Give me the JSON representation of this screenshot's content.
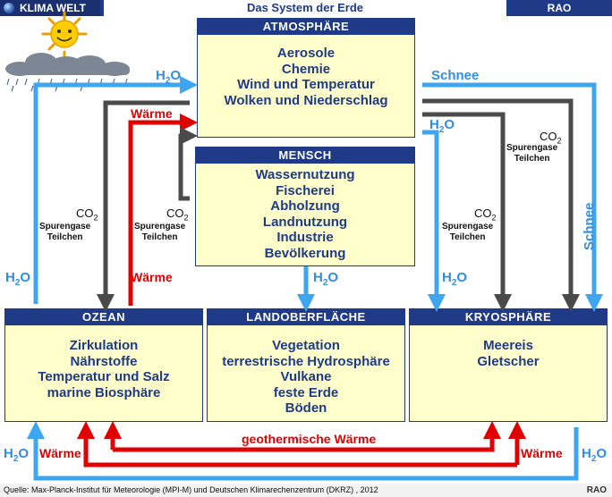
{
  "header": {
    "left_label": "KLIMA WELT",
    "title": "Das System der Erde",
    "right_label": "RAO"
  },
  "boxes": {
    "atmosphere": {
      "title": "ATMOSPHÄRE",
      "items": [
        "Aerosole",
        "Chemie",
        "Wind und Temperatur",
        "Wolken und Niederschlag"
      ]
    },
    "human": {
      "title": "MENSCH",
      "items": [
        "Wassernutzung",
        "Fischerei",
        "Abholzung",
        "Landnutzung",
        "Industrie",
        "Bevölkerung"
      ]
    },
    "ocean": {
      "title": "OZEAN",
      "items": [
        "Zirkulation",
        "Nährstoffe",
        "Temperatur und Salz",
        "marine Biosphäre"
      ]
    },
    "land": {
      "title": "LANDOBERFLÄCHE",
      "items": [
        "Vegetation",
        "terrestrische Hydrosphäre",
        "Vulkane",
        "feste Erde",
        "Böden"
      ]
    },
    "cryosphere": {
      "title": "KRYOSPHÄRE",
      "items": [
        "Meereis",
        "Gletscher"
      ]
    }
  },
  "flow_labels": {
    "h2o": "H2O",
    "h2o_base": "H",
    "h2o_sub": "2",
    "h2o_end": "O",
    "co2_base": "CO",
    "co2_sub": "2",
    "spurengase": "Spurengase",
    "teilchen": "Teilchen",
    "waerme": "Wärme",
    "schnee": "Schnee",
    "geothermal": "geothermische Wärme"
  },
  "colors": {
    "navy": "#1f3a86",
    "box_fill": "#ffffcc",
    "water_blue": "#3ea6f0",
    "heat_red": "#e00000",
    "gas_gray": "#4a4a4a"
  },
  "icons": [
    "globe-icon",
    "sun-icon",
    "cloud-icon"
  ],
  "footer": {
    "source": "Quelle: Max-Planck-Institut für Meteorologie (MPI-M) und Deutschen Klimarechenzentrum (DKRZ) , 2012",
    "brand": "RAO"
  }
}
